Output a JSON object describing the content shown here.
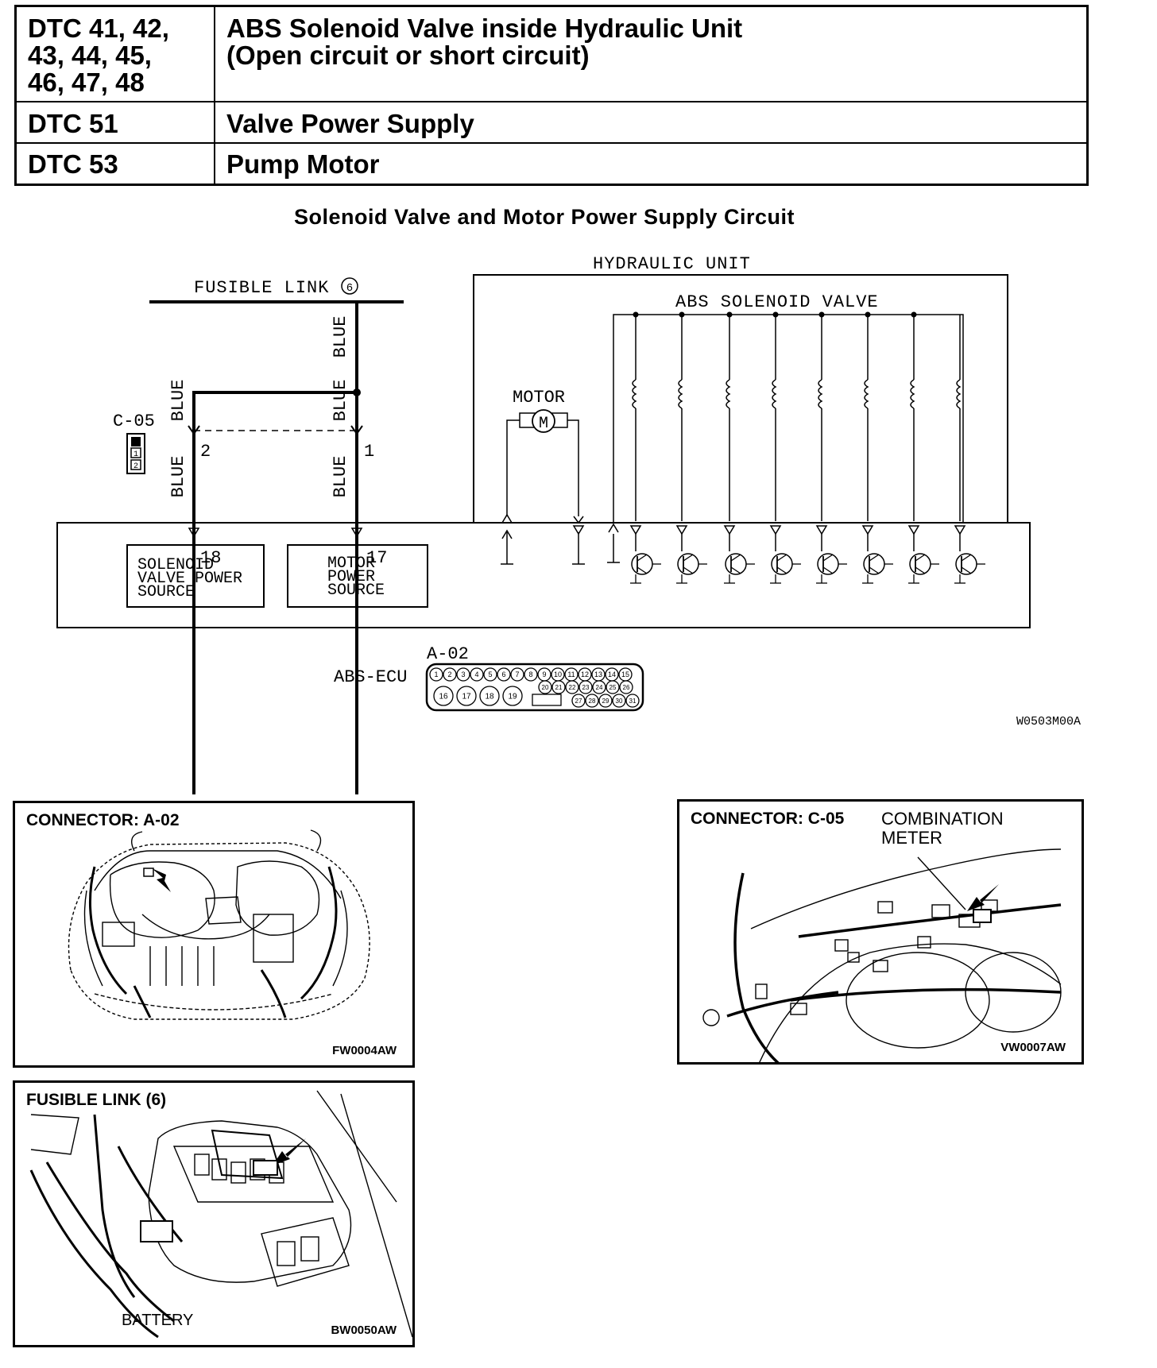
{
  "dtc_table": [
    {
      "code": "DTC 41, 42,\n43, 44, 45,\n46, 47, 48",
      "description": "ABS Solenoid Valve inside Hydraulic Unit\n(Open circuit or short circuit)"
    },
    {
      "code": "DTC 51",
      "description": "Valve Power Supply"
    },
    {
      "code": "DTC 53",
      "description": "Pump Motor"
    }
  ],
  "diagram": {
    "title": "Solenoid Valve and Motor Power Supply Circuit",
    "fusible_link": "FUSIBLE LINK",
    "fusible_link_number": "6",
    "hydraulic_unit": "HYDRAULIC UNIT",
    "abs_solenoid_valve": "ABS SOLENOID VALVE",
    "motor": "MOTOR",
    "motor_symbol": "M",
    "connector_c05": "C-05",
    "connector_c05_pins": [
      "1",
      "2"
    ],
    "wire_color": "BLUE",
    "pin_2": "2",
    "pin_1": "1",
    "pin_18": "18",
    "pin_17": "17",
    "solenoid_valve_power_source": "SOLENOID\nVALVE POWER\nSOURCE",
    "motor_power_source": "MOTOR\nPOWER\nSOURCE",
    "ecu_name": "ABS-ECU",
    "ecu_connector": "A-02",
    "ecu_pins_top": [
      "1",
      "2",
      "3",
      "4",
      "5",
      "6",
      "7",
      "8",
      "9",
      "10",
      "11",
      "12",
      "13",
      "14",
      "15"
    ],
    "ecu_pins_mid": [
      "20",
      "21",
      "22",
      "23",
      "24",
      "25",
      "26"
    ],
    "ecu_pins_bottom_left": [
      "16",
      "17",
      "18",
      "19"
    ],
    "ecu_pins_bottom_right": [
      "27",
      "28",
      "29",
      "30",
      "31"
    ],
    "figure_code": "W0503M00A"
  },
  "panels": {
    "a02": {
      "title": "CONNECTOR: A-02",
      "code": "FW0004AW"
    },
    "c05": {
      "title": "CONNECTOR: C-05",
      "subtitle": "COMBINATION\nMETER",
      "code": "VW0007AW"
    },
    "fusible": {
      "title": "FUSIBLE LINK (6)",
      "battery": "BATTERY",
      "code": "BW0050AW"
    }
  }
}
